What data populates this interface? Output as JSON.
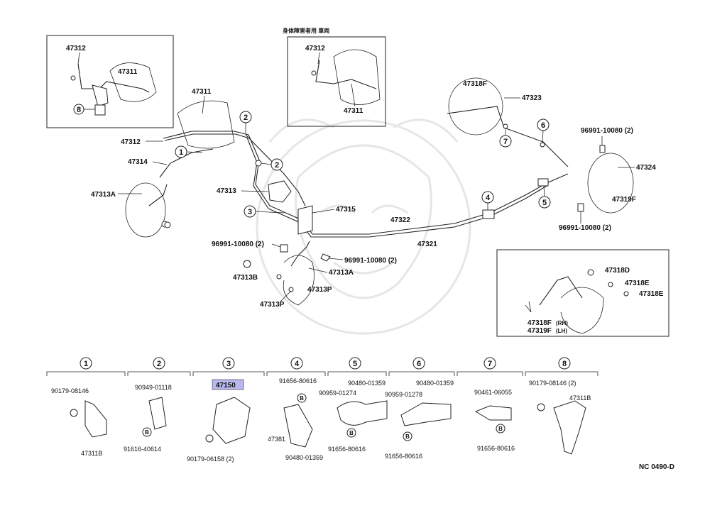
{
  "diagram": {
    "caption_jp": "身体障害者用 車両",
    "doc_code": "NC 0490-D",
    "highlight_color": "#b8b8ee",
    "labels_main": {
      "p47311": "47311",
      "p47312": "47312",
      "p47314": "47314",
      "p47313A_left": "47313A",
      "p47313": "47313",
      "p47315": "47315",
      "p47322": "47322",
      "p47321": "47321",
      "p47318F": "47318F",
      "p47323": "47323",
      "p47324": "47324",
      "p47319F": "47319F",
      "clip_top_right": "96991-10080 (2)",
      "clip_bot_right": "96991-10080 (2)",
      "clip_left": "96991-10080 (2)",
      "clip_center": "96991-10080 (2)",
      "p47313A_low": "47313A",
      "p47313B": "47313B",
      "p47313P_right": "47313P",
      "p47313P_left": "47313P"
    },
    "inset_left": {
      "a": "47312",
      "b": "47311",
      "num": "8"
    },
    "inset_center": {
      "a": "47312",
      "b": "47311"
    },
    "inset_right": {
      "a": "47318D",
      "b": "47318E",
      "c": "47318E",
      "d": "47318F",
      "d_sub": "(RH)",
      "e": "47319F",
      "e_sub": "(LH)"
    },
    "callouts_main": [
      "1",
      "2",
      "2",
      "3",
      "4",
      "5",
      "6",
      "7"
    ],
    "groups": [
      {
        "num": "1",
        "labels": [
          "90179-08146",
          "47311B"
        ]
      },
      {
        "num": "2",
        "labels": [
          "90949-01118",
          "91616-40614"
        ],
        "b": "B"
      },
      {
        "num": "3",
        "labels": [
          "47150",
          "90179-06158 (2)"
        ]
      },
      {
        "num": "4",
        "labels": [
          "91656-80616",
          "47381",
          "90480-01359"
        ],
        "b": "B"
      },
      {
        "num": "5",
        "labels": [
          "90480-01359",
          "90959-01274",
          "91656-80616"
        ],
        "b": "B"
      },
      {
        "num": "6",
        "labels": [
          "90480-01359",
          "90959-01278",
          "91656-80616"
        ],
        "b": "B"
      },
      {
        "num": "7",
        "labels": [
          "90461-06055",
          "91656-80616"
        ],
        "b": "B"
      },
      {
        "num": "8",
        "labels": [
          "90179-08146 (2)",
          "47311B"
        ]
      }
    ]
  }
}
